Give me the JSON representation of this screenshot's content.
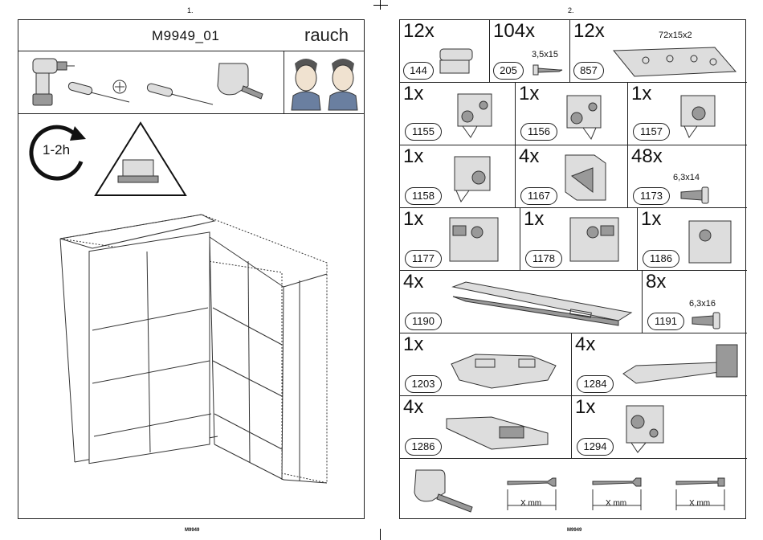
{
  "page_left": {
    "page_number": "1.",
    "model": "M9949_01",
    "brand": "rauch",
    "time_estimate": "1-2h",
    "footer": "M9949"
  },
  "page_right": {
    "page_number": "2.",
    "footer": "M9949",
    "parts": [
      {
        "qty": "12x",
        "code": "144",
        "spec": ""
      },
      {
        "qty": "104x",
        "code": "205",
        "spec": "3,5x15"
      },
      {
        "qty": "12x",
        "code": "857",
        "spec": "72x15x2"
      },
      {
        "qty": "1x",
        "code": "1155",
        "spec": ""
      },
      {
        "qty": "1x",
        "code": "1156",
        "spec": ""
      },
      {
        "qty": "1x",
        "code": "1157",
        "spec": ""
      },
      {
        "qty": "1x",
        "code": "1158",
        "spec": ""
      },
      {
        "qty": "4x",
        "code": "1167",
        "spec": ""
      },
      {
        "qty": "48x",
        "code": "1173",
        "spec": "6,3x14"
      },
      {
        "qty": "1x",
        "code": "1177",
        "spec": ""
      },
      {
        "qty": "1x",
        "code": "1178",
        "spec": ""
      },
      {
        "qty": "1x",
        "code": "1186",
        "spec": ""
      },
      {
        "qty": "4x",
        "code": "1190",
        "spec": ""
      },
      {
        "qty": "8x",
        "code": "1191",
        "spec": "6,3x16"
      },
      {
        "qty": "1x",
        "code": "1203",
        "spec": ""
      },
      {
        "qty": "4x",
        "code": "1284",
        "spec": ""
      },
      {
        "qty": "4x",
        "code": "1286",
        "spec": ""
      },
      {
        "qty": "1x",
        "code": "1294",
        "spec": ""
      }
    ],
    "screw_labels": [
      "X mm",
      "X mm",
      "X mm"
    ]
  }
}
